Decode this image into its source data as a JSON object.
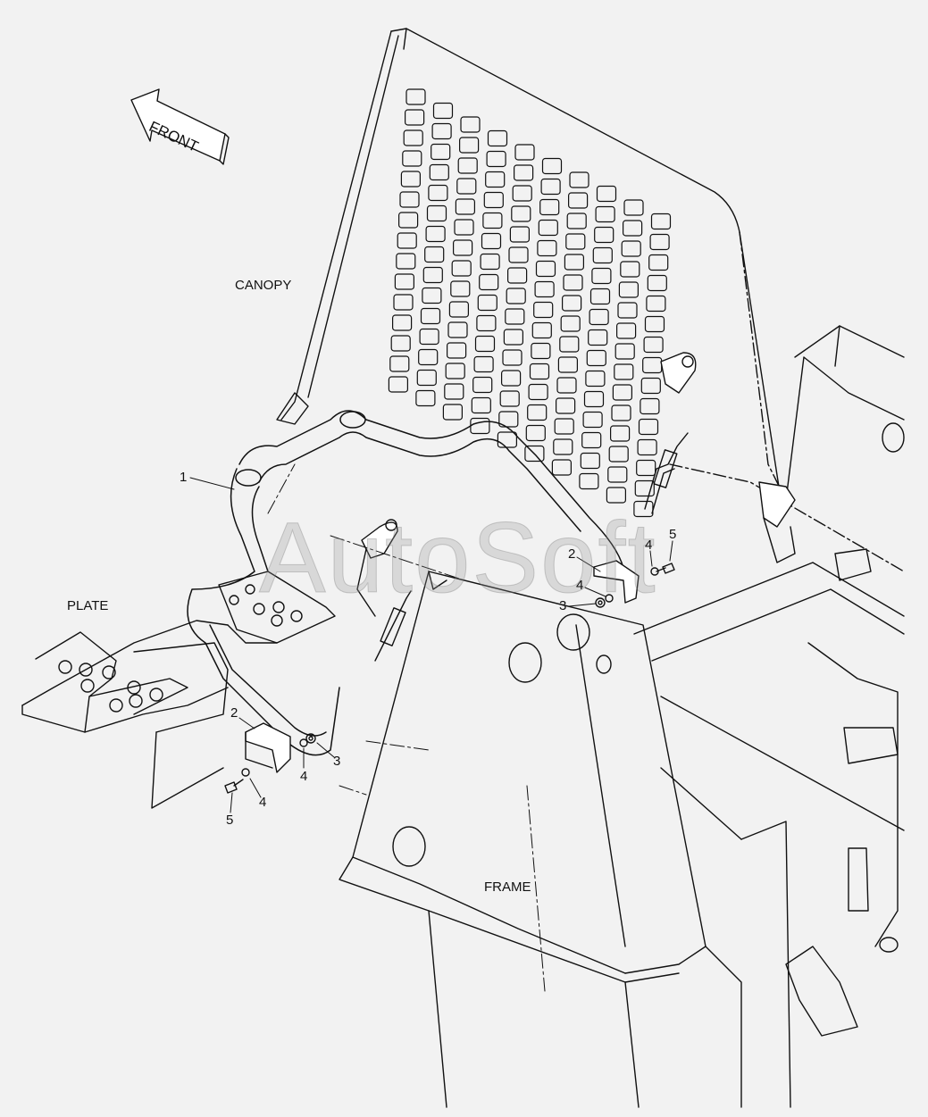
{
  "labels": {
    "front": "FRONT",
    "canopy": "CANOPY",
    "plate": "PLATE",
    "frame": "FRAME"
  },
  "callouts": {
    "c1": "1",
    "c2_right": "2",
    "c5_right": "5",
    "c4_right": "4",
    "c4_right2": "4",
    "c3_right": "3",
    "c2_left": "2",
    "c4_left": "4",
    "c3_left": "3",
    "c5_left": "5",
    "c4_left2": "4"
  },
  "watermark": "AutoSoft",
  "colors": {
    "line": "#111111",
    "background": "#f2f2f2"
  }
}
